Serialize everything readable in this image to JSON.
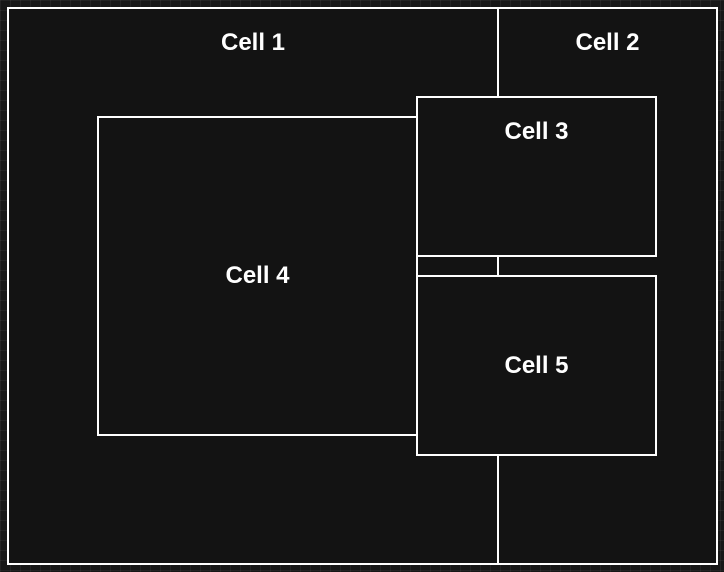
{
  "cells": [
    {
      "label": "Cell 1"
    },
    {
      "label": "Cell 2"
    },
    {
      "label": "Cell 3"
    },
    {
      "label": "Cell 4"
    },
    {
      "label": "Cell 5"
    }
  ],
  "colors": {
    "canvas_background": "#171717",
    "grid_line": "#222222",
    "surface_fill": "#131313",
    "border": "#ffffff",
    "text": "#ffffff"
  }
}
